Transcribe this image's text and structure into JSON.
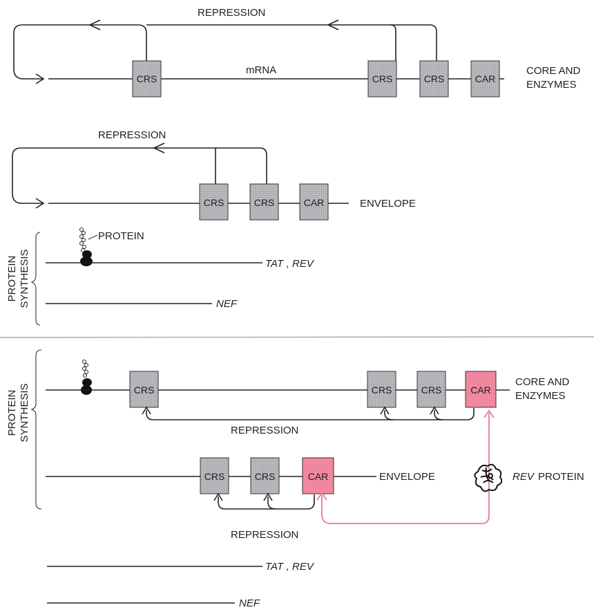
{
  "top": {
    "row1": {
      "repression_label": "REPRESSION",
      "mrna_label": "mRNA",
      "boxes": [
        "CRS",
        "CRS",
        "CRS",
        "CAR"
      ],
      "product_line1": "CORE AND",
      "product_line2": "ENZYMES"
    },
    "row2": {
      "repression_label": "REPRESSION",
      "boxes": [
        "CRS",
        "CRS",
        "CAR"
      ],
      "product": "ENVELOPE"
    },
    "protein_label": "PROTEIN",
    "synthesis_line1": "PROTEIN",
    "synthesis_line2": "SYNTHESIS",
    "tat_label": "TAT",
    "rev_label": "REV",
    "nef_label": "NEF"
  },
  "bottom": {
    "synthesis_line1": "PROTEIN",
    "synthesis_line2": "SYNTHESIS",
    "row1": {
      "boxes": [
        "CRS",
        "CRS",
        "CRS",
        "CAR"
      ],
      "product_line1": "CORE AND",
      "product_line2": "ENZYMES",
      "repression_label": "REPRESSION"
    },
    "row2": {
      "boxes": [
        "CRS",
        "CRS",
        "CAR"
      ],
      "product": "ENVELOPE",
      "repression_label": "REPRESSION"
    },
    "rev_protein_italic": "REV",
    "rev_protein_suffix": "PROTEIN",
    "tat_label": "TAT",
    "rev_label": "REV",
    "nef_label": "NEF"
  },
  "colors": {
    "box_gray": "#b4b4b9",
    "box_active": "#f0829d",
    "pink_arrow": "#e8789a",
    "line": "#222222"
  }
}
